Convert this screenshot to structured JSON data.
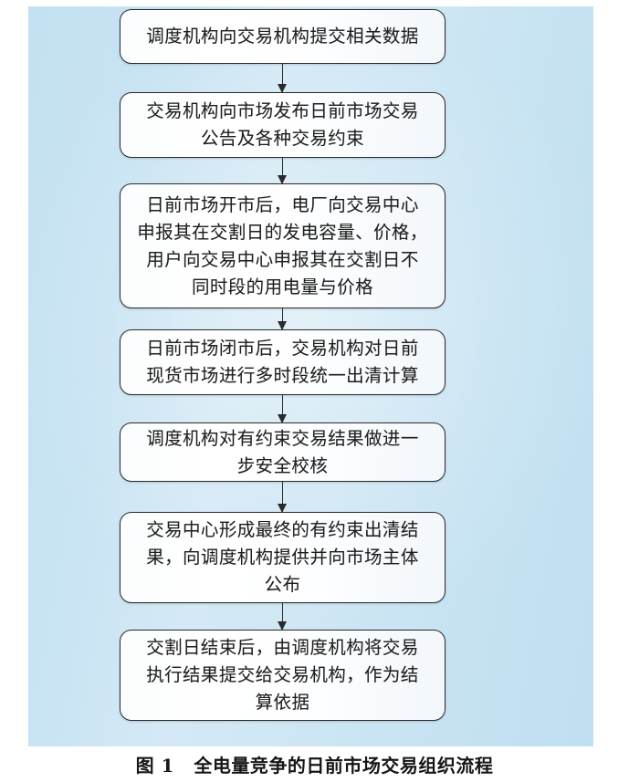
{
  "figure": {
    "background_top_color": "#c3e1f2",
    "background_bottom_color": "#bfdff1",
    "node_border_color": "#2c2c2c",
    "node_fill_color": "#ffffff",
    "arrow_color": "#2a2a2a",
    "text_color": "#1f1f1f"
  },
  "flow": {
    "nodes": [
      {
        "id": "node-1",
        "name": "submit-data-to-exchange",
        "text": "调度机构向交易机构提交相关数据",
        "lines": 1
      },
      {
        "id": "node-2",
        "name": "publish-market-notice",
        "text": "交易机构向市场发布日前市场交易\n公告及各种交易约束",
        "lines": 2
      },
      {
        "id": "node-3",
        "name": "declare-capacity-and-price",
        "text": "日前市场开市后，电厂向交易中心\n申报其在交割日的发电容量、价格，\n用户向交易中心申报其在交割日不\n同时段的用电量与价格",
        "lines": 4
      },
      {
        "id": "node-4",
        "name": "multi-period-clearing",
        "text": "日前市场闭市后，交易机构对日前\n现货市场进行多时段统一出清计算",
        "lines": 2
      },
      {
        "id": "node-5",
        "name": "security-check",
        "text": "调度机构对有约束交易结果做进一\n步安全校核",
        "lines": 2
      },
      {
        "id": "node-6",
        "name": "final-constrained-clearing-result",
        "text": "交易中心形成最终的有约束出清结\n果，向调度机构提供并向市场主体\n公布",
        "lines": 3
      },
      {
        "id": "node-7",
        "name": "settlement-basis",
        "text": "交割日结束后，由调度机构将交易\n执行结果提交给交易机构，作为结\n算依据",
        "lines": 3
      }
    ],
    "arrows": [
      {
        "name": "arrow-1-to-2",
        "from": "node-1",
        "to": "node-2"
      },
      {
        "name": "arrow-2-to-3",
        "from": "node-2",
        "to": "node-3"
      },
      {
        "name": "arrow-3-to-4",
        "from": "node-3",
        "to": "node-4"
      },
      {
        "name": "arrow-4-to-5",
        "from": "node-4",
        "to": "node-5"
      },
      {
        "name": "arrow-5-to-6",
        "from": "node-5",
        "to": "node-6"
      },
      {
        "name": "arrow-6-to-7",
        "from": "node-6",
        "to": "node-7"
      }
    ]
  },
  "caption": {
    "label": "图 1",
    "title": "全电量竞争的日前市场交易组织流程"
  }
}
